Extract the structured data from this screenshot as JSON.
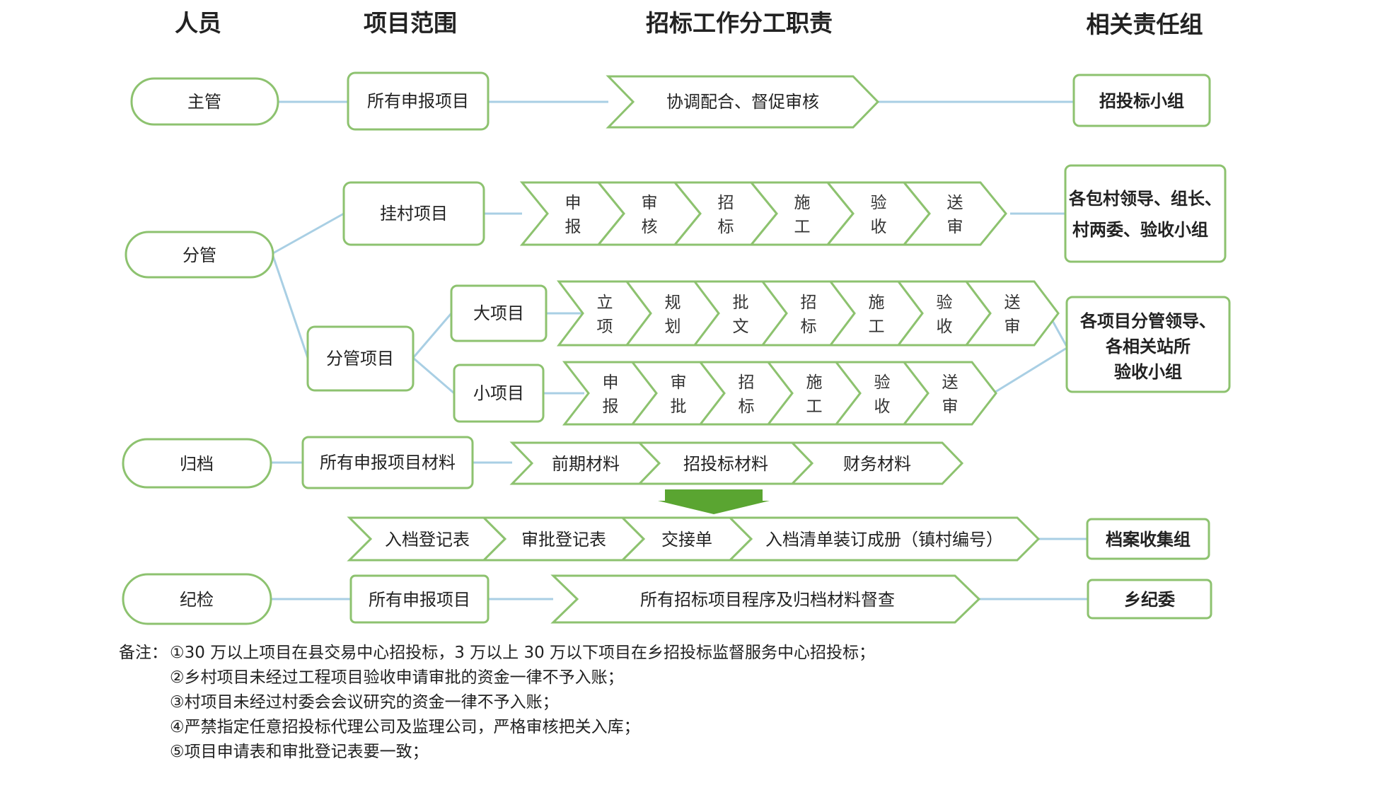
{
  "headers": {
    "people": "人员",
    "scope": "项目范围",
    "duties": "招标工作分工职责",
    "groups": "相关责任组"
  },
  "colors": {
    "border": "#8dc26f",
    "line": "#a9cfe4",
    "arrow": "#5aa531",
    "text": "#222222"
  },
  "rows": {
    "supervisor": {
      "person": "主管",
      "scope": "所有申报项目",
      "duty": "协调配合、督促审核",
      "group": "招投标小组"
    },
    "deputy": {
      "person": "分管",
      "village": {
        "scope": "挂村项目",
        "steps": [
          "申报",
          "审核",
          "招标",
          "施工",
          "验收",
          "送审"
        ],
        "group_line1": "各包村领导、组长、",
        "group_line2": "村两委、验收小组"
      },
      "managed": {
        "scope": "分管项目",
        "big": {
          "label": "大项目",
          "steps": [
            "立项",
            "规划",
            "批文",
            "招标",
            "施工",
            "验收",
            "送审"
          ]
        },
        "small": {
          "label": "小项目",
          "steps": [
            "申报",
            "审批",
            "招标",
            "施工",
            "验收",
            "送审"
          ]
        },
        "group_line1": "各项目分管领导、",
        "group_line2": "各相关站所",
        "group_line3": "验收小组"
      }
    },
    "archive": {
      "person": "归档",
      "scope": "所有申报项目材料",
      "materials": [
        "前期材料",
        "招投标材料",
        "财务材料"
      ],
      "records": [
        "入档登记表",
        "审批登记表",
        "交接单",
        "入档清单装订成册（镇村编号）"
      ],
      "group": "档案收集组"
    },
    "discipline": {
      "person": "纪检",
      "scope": "所有申报项目",
      "duty": "所有招标项目程序及归档材料督查",
      "group": "乡纪委"
    }
  },
  "notes": {
    "prefix": "备注：",
    "items": [
      "①30 万以上项目在县交易中心招投标，3 万以上 30 万以下项目在乡招投标监督服务中心招投标；",
      "②乡村项目未经过工程项目验收申请审批的资金一律不予入账；",
      "③村项目未经过村委会会议研究的资金一律不予入账；",
      "④严禁指定任意招投标代理公司及监理公司，严格审核把关入库；",
      "⑤项目申请表和审批登记表要一致；"
    ]
  }
}
